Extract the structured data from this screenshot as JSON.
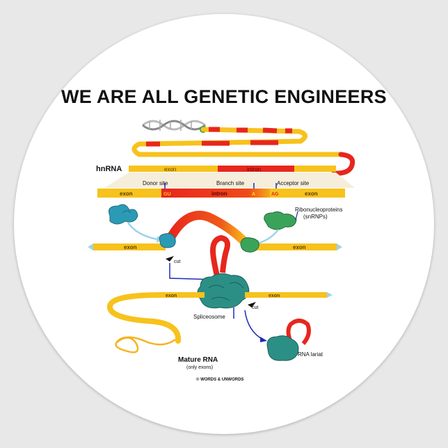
{
  "title": "WE ARE ALL GENETIC ENGINEERS",
  "labels": {
    "hnrna": "hnRNA",
    "exon": "exon",
    "intron": "intron",
    "donor_site": "Donor site",
    "branch_site": "Branch site",
    "acceptor_site": "Acceptor site",
    "gu": "GU",
    "a": "A",
    "ag": "AG",
    "snrnps_line1": "Ribonucleoproteins",
    "snrnps_line2": "(snRNPs)",
    "cut": "cut",
    "spliceosome": "Spliceosome",
    "mature_rna": "Mature RNA",
    "only_exons": "(only exons)",
    "rna_lariat": "RNA lariat",
    "copyright": "© WORDS & UNWORDS"
  },
  "colors": {
    "exon": "#f7c21c",
    "intron": "#e8261c",
    "snrnp_blue": "#2b9bb5",
    "snrnp_green": "#3aa35a",
    "spliceosome": "#2c8f86",
    "arrow_light": "#9fd3e8",
    "arrow_dark": "#1a2cb8"
  }
}
